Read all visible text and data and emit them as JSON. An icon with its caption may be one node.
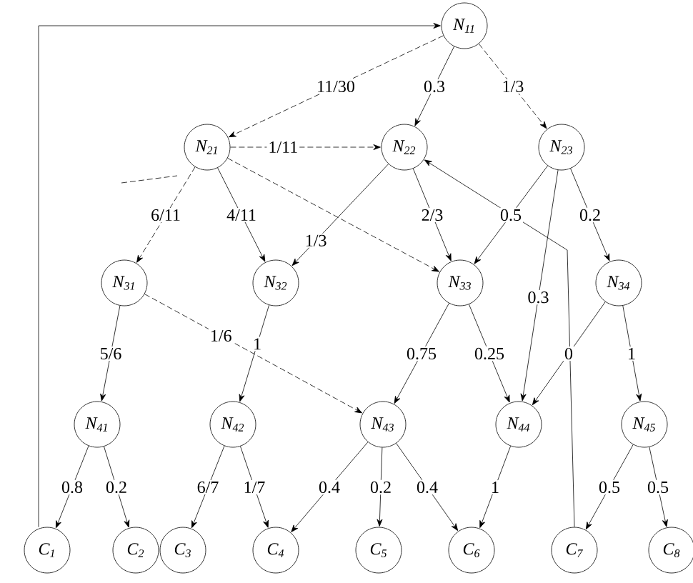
{
  "diagram": {
    "nodes": [
      {
        "text": [
          "N$_{11}$"
        ]
      },
      {
        "text": [
          "N$_{21}$"
        ]
      },
      {
        "text": [
          "N$_{22}$"
        ]
      },
      {
        "text": [
          "N$_{23}$"
        ]
      },
      {
        "text": [
          "N$_{31}$"
        ]
      },
      {
        "text": [
          "N$_{32}$"
        ]
      },
      {
        "text": [
          "N$_{33}$"
        ]
      },
      {
        "text": [
          "N$_{34}$"
        ]
      },
      {
        "text": [
          "N$_{41}$"
        ]
      },
      {
        "text": [
          "N$_{42}$"
        ]
      },
      {
        "text": [
          "N$_{43}$"
        ]
      },
      {
        "text": [
          "N$_{44}$"
        ]
      },
      {
        "text": [
          "N$_{45}$"
        ]
      },
      {
        "text": [
          "C$_{1}$"
        ]
      },
      {
        "text": [
          "C$_{2}$"
        ]
      },
      {
        "text": [
          "C$_{3}$"
        ]
      },
      {
        "text": [
          "C$_{4}$"
        ]
      },
      {
        "text": [
          "C$_{5}$"
        ]
      },
      {
        "text": [
          "C$_{6}$"
        ]
      },
      {
        "text": [
          "C$_{7}$"
        ]
      },
      {
        "text": [
          "C$_{8}$"
        ]
      }
    ],
    "edges": [
      {
        "from": 0,
        "to": 1,
        "arrow": "to",
        "label": "11/30",
        "style": "dashed"
      },
      {
        "from": 0,
        "to": 2,
        "arrow": "to",
        "label": "0.3"
      },
      {
        "from": 0,
        "to": 3,
        "arrow": "to",
        "label": "1/3",
        "style": "dashed"
      },
      {
        "from": 1,
        "to": 2,
        "arrow": "to",
        "label": "1/11",
        "style": "dashed"
      },
      {
        "from": 1,
        "to": 4,
        "arrow": "to",
        "label": "6/11",
        "style": "dashed"
      },
      {
        "from": 1,
        "to": 5,
        "arrow": "to",
        "label": "4/11"
      },
      {
        "from": 1,
        "to": 6,
        "arrow": "to",
        "style": "dashed"
      },
      {
        "from": 2,
        "to": 5,
        "arrow": "to",
        "label": "1/3"
      },
      {
        "from": 2,
        "to": 6,
        "arrow": "to",
        "label": "2/3"
      },
      {
        "from": 3,
        "to": 6,
        "arrow": "to",
        "label": "0.5"
      },
      {
        "from": 3,
        "to": 7,
        "arrow": "to",
        "label": "0.2"
      },
      {
        "from": 3,
        "to": 11,
        "arrow": "to",
        "label": "0.3"
      },
      {
        "from": 4,
        "to": 8,
        "arrow": "to",
        "label": "5/6"
      },
      {
        "from": 4,
        "to": 10,
        "arrow": "to",
        "label": "1/6",
        "style": "dashed"
      },
      {
        "from": 5,
        "to": 9,
        "arrow": "to",
        "label": "1"
      },
      {
        "from": 6,
        "to": 10,
        "arrow": "to",
        "label": "0.75"
      },
      {
        "from": 6,
        "to": 11,
        "arrow": "to",
        "label": "0.25"
      },
      {
        "from": 7,
        "to": 11,
        "arrow": "to",
        "label": "0"
      },
      {
        "from": 7,
        "to": 12,
        "arrow": "to",
        "label": "1"
      },
      {
        "from": 8,
        "to": 13,
        "arrow": "to",
        "label": "0.8"
      },
      {
        "from": 8,
        "to": 14,
        "arrow": "to",
        "label": "0.2"
      },
      {
        "from": 9,
        "to": 15,
        "arrow": "to",
        "label": "6/7"
      },
      {
        "from": 9,
        "to": 16,
        "arrow": "to",
        "label": "1/7"
      },
      {
        "from": 10,
        "to": 16,
        "arrow": "to",
        "label": "0.4"
      },
      {
        "from": 10,
        "to": 17,
        "arrow": "to",
        "label": "0.2"
      },
      {
        "from": 10,
        "to": 18,
        "arrow": "to",
        "label": "0.4"
      },
      {
        "from": 11,
        "to": 18,
        "arrow": "to",
        "label": "1"
      },
      {
        "from": 12,
        "to": 19,
        "arrow": "to",
        "label": "0.5"
      },
      {
        "from": 12,
        "to": 20,
        "arrow": "to",
        "label": "0.5"
      },
      {
        "from": 19,
        "to": 2,
        "arrow": "to"
      },
      {
        "from": 13,
        "to": 0,
        "arrow": "to"
      }
    ]
  }
}
